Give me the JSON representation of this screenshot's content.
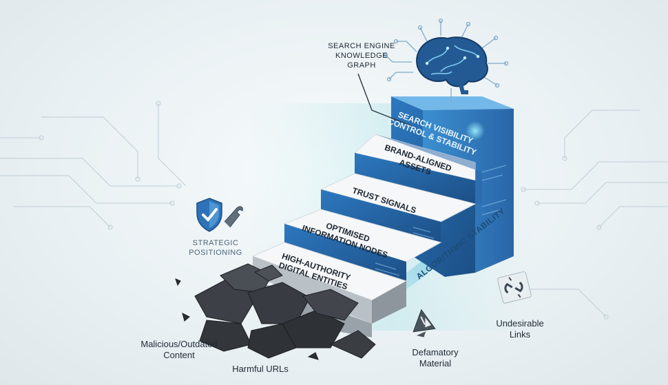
{
  "knowledge_graph": {
    "label": "SEARCH ENGINE\nKNOWLEDGE\nGRAPH",
    "icon": "brain-icon"
  },
  "top_block": {
    "label": "SEARCH VISIBILITY\nCONTROL & STABILITY"
  },
  "steps": [
    {
      "label": "HIGH-AUTHORITY\nDIGITAL ENTITIES"
    },
    {
      "label": "OPTIMISED\nINFORMATION NODES"
    },
    {
      "label": "TRUST SIGNALS"
    },
    {
      "label": "BRAND-ALIGNED\nASSETS"
    }
  ],
  "arrow": {
    "label": "ALGORITHMIC STABILITY"
  },
  "strategic": {
    "label": "STRATEGIC\nPOSITIONING",
    "icon": "shield-check-icon"
  },
  "negatives": {
    "malicious": "Malicious/Outdated\nContent",
    "harmful": "Harmful URLs",
    "defamatory": "Defamatory\nMaterial",
    "undesirable": "Undesirable\nLinks"
  },
  "colors": {
    "blue_dark": "#1f5f9e",
    "blue_mid": "#2f7fc4",
    "blue_light": "#4ea3dd",
    "teal": "#5fc7cf",
    "rubble": "#3a3d42",
    "step_top": "#f4f6f8"
  }
}
